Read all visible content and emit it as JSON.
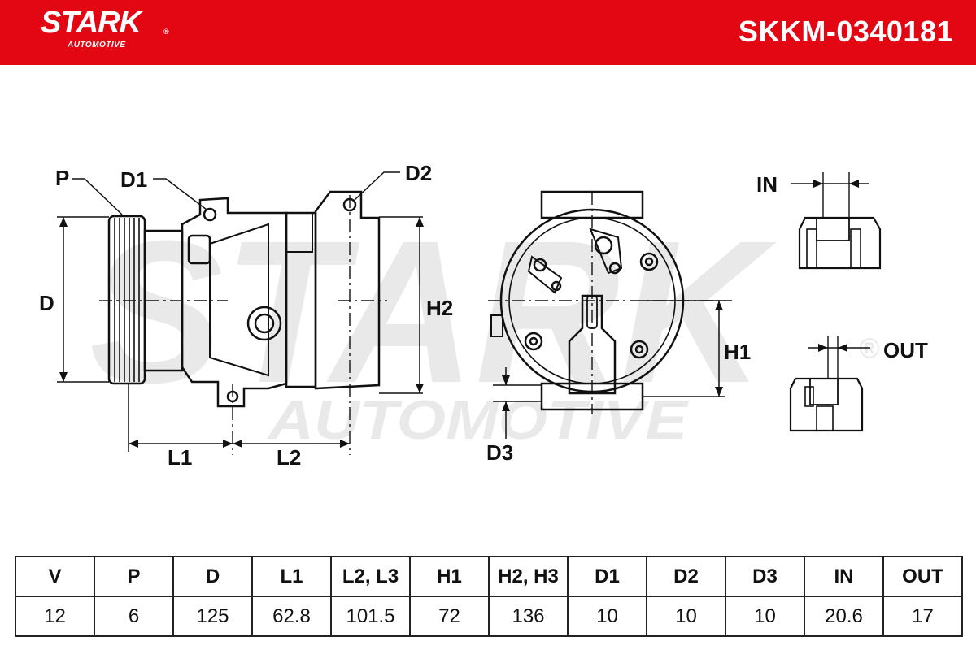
{
  "header": {
    "brand": "STARK",
    "brand_sub": "AUTOMOTIVE",
    "registered_mark": "®",
    "part_number": "SKKM-0340181",
    "background_color": "#e30613"
  },
  "watermark": {
    "main": "STARK",
    "sub": "AUTOMOTIVE",
    "registered_mark": "®"
  },
  "dimension_labels": {
    "p": "P",
    "d1": "D1",
    "d2": "D2",
    "d": "D",
    "h2": "H2",
    "h1": "H1",
    "l1": "L1",
    "l2": "L2",
    "d3": "D3",
    "in": "IN",
    "out": "OUT"
  },
  "spec_table": {
    "headers": [
      "V",
      "P",
      "D",
      "L1",
      "L2, L3",
      "H1",
      "H2, H3",
      "D1",
      "D2",
      "D3",
      "IN",
      "OUT"
    ],
    "values": [
      "12",
      "6",
      "125",
      "62.8",
      "101.5",
      "72",
      "136",
      "10",
      "10",
      "10",
      "20.6",
      "17"
    ]
  }
}
